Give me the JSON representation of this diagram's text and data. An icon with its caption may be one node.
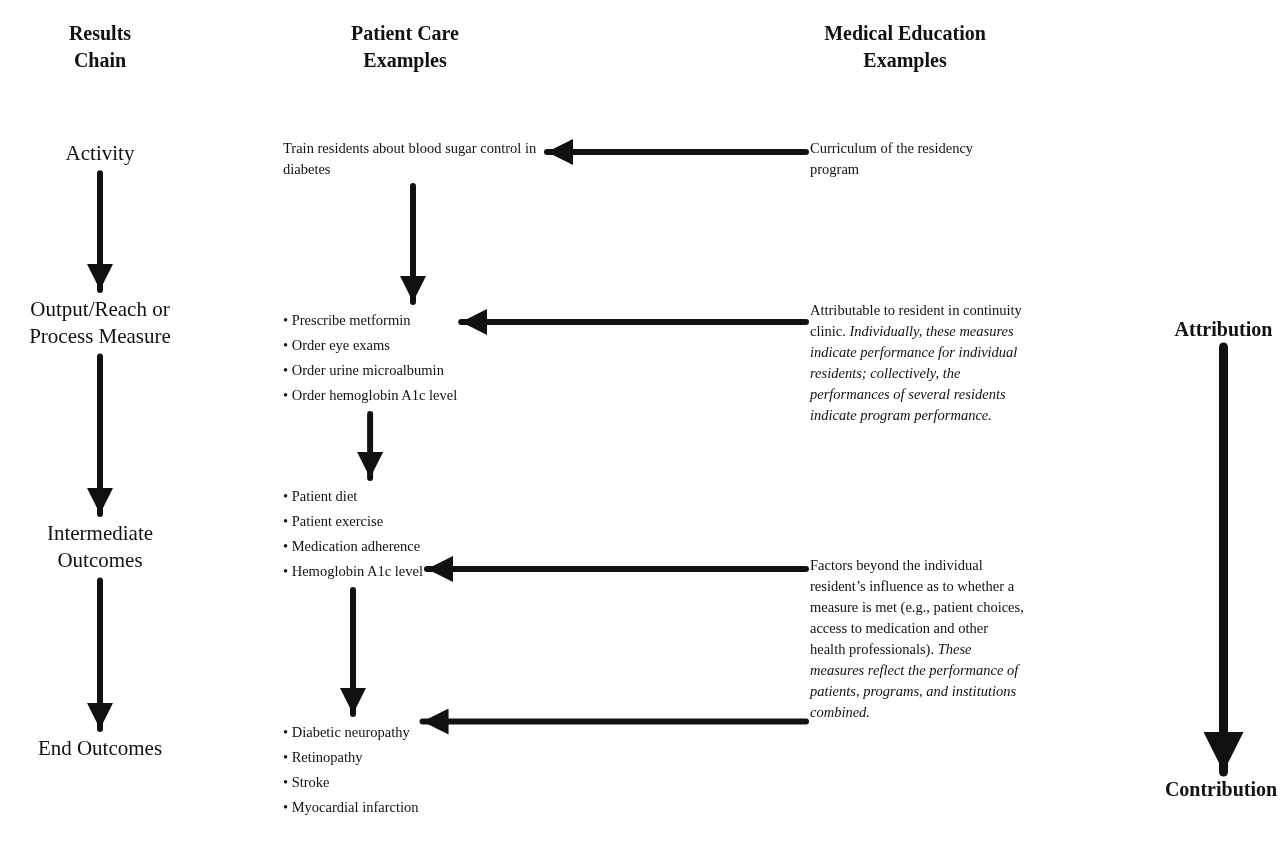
{
  "diagram": {
    "nodes": [
      {
        "text": [
          "Activity"
        ]
      },
      {
        "text": [
          "Output/Reach or Process Measure"
        ]
      },
      {
        "text": [
          "Intermediate Outcomes"
        ]
      },
      {
        "text": [
          "End Outcomes"
        ]
      },
      {
        "text": [
          "Train residents about blood sugar control in diabetes"
        ]
      },
      {
        "text": [
          "• Prescribe metformin",
          "• Order eye exams",
          "• Order urine microalbumin",
          "• Order hemoglobin A1c level"
        ]
      },
      {
        "text": [
          "• Patient diet",
          "• Patient exercise",
          "• Medication adherence",
          "• Hemoglobin A1c level"
        ]
      },
      {
        "text": [
          "• Diabetic neuropathy",
          "• Retinopathy",
          "• Stroke",
          "• Myocardial infarction"
        ]
      },
      {
        "text": [
          "Curriculum of the residency program"
        ]
      },
      {
        "text": [
          "Attributable to resident in continuity clinic. *Individually, these measures indicate performance for individual residents; collectively, the performances of several residents indicate program performance.*"
        ]
      },
      {
        "text": [
          "Factors beyond the individual resident’s influence as to whether a measure is met (e.g., patient choices, access to medication and other health professionals). *These measures reflect the performance of patients, programs, and institutions combined.*"
        ]
      },
      {
        "text": [
          "Attribution"
        ]
      },
      {
        "text": [
          "Contribution"
        ]
      }
    ],
    "edges": [
      {
        "from": 0,
        "to": 1,
        "arrow": "to"
      },
      {
        "from": 1,
        "to": 2,
        "arrow": "to"
      },
      {
        "from": 2,
        "to": 3,
        "arrow": "to"
      },
      {
        "from": 4,
        "to": 5,
        "arrow": "to"
      },
      {
        "from": 5,
        "to": 6,
        "arrow": "to"
      },
      {
        "from": 6,
        "to": 7,
        "arrow": "to"
      },
      {
        "from": 8,
        "to": 4,
        "arrow": "to"
      },
      {
        "from": 9,
        "to": 5,
        "arrow": "to"
      },
      {
        "from": 10,
        "to": 6,
        "arrow": "to"
      },
      {
        "from": 10,
        "to": 7,
        "arrow": "to"
      },
      {
        "from": 11,
        "to": 12,
        "arrow": "to"
      }
    ],
    "labels": [
      "Results Chain",
      "Patient Care Examples",
      "Medical Education Examples"
    ]
  }
}
